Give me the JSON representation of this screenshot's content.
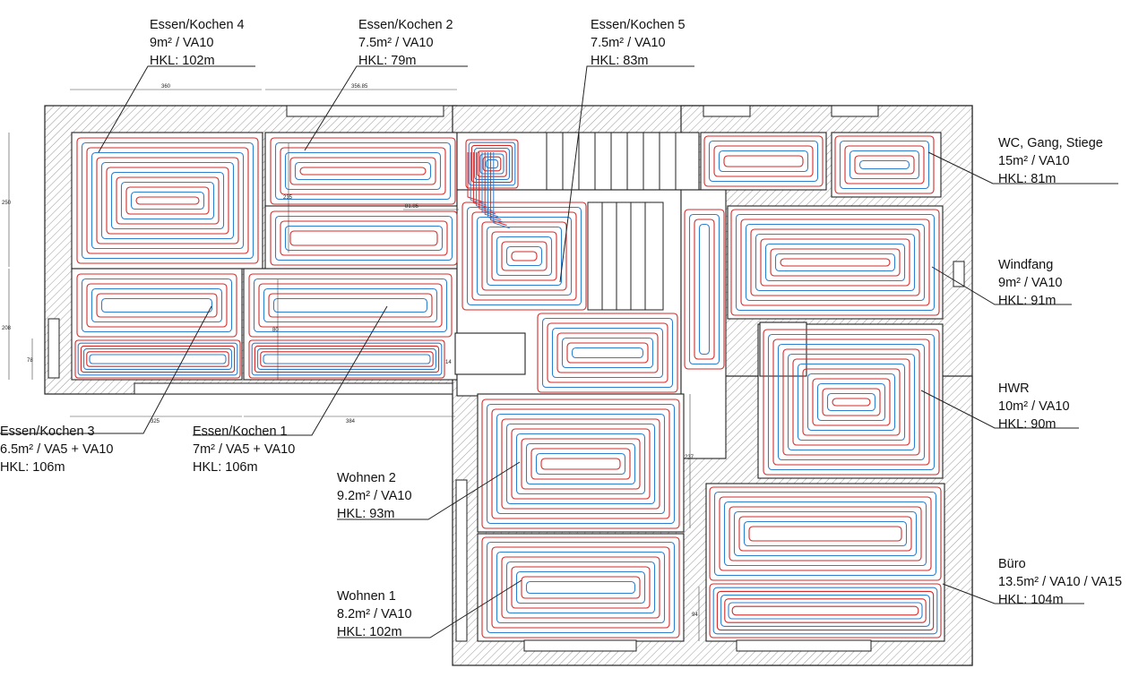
{
  "colors": {
    "supply_pipe": "#d42a2a",
    "return_pipe": "#2f7fd0",
    "wall_hatch": "#9a9a9a",
    "line": "#222222"
  },
  "dimensions": [
    "360",
    "356.85",
    "250",
    "235",
    "81.85",
    "208",
    "80",
    "78",
    "14",
    "325",
    "384",
    "237",
    "94"
  ],
  "circuits": [
    {
      "name": "Essen/Kochen 4",
      "spec": "9m² / VA10",
      "hkl": "HKL: 102m"
    },
    {
      "name": "Essen/Kochen 2",
      "spec": "7.5m² / VA10",
      "hkl": "HKL: 79m"
    },
    {
      "name": "Essen/Kochen 5",
      "spec": "7.5m² / VA10",
      "hkl": "HKL: 83m"
    },
    {
      "name": "WC, Gang, Stiege",
      "spec": "15m² / VA10",
      "hkl": "HKL: 81m"
    },
    {
      "name": "Windfang",
      "spec": "9m² / VA10",
      "hkl": "HKL: 91m"
    },
    {
      "name": "HWR",
      "spec": "10m² / VA10",
      "hkl": "HKL: 90m"
    },
    {
      "name": "Büro",
      "spec": "13.5m² / VA10 / VA15",
      "hkl": "HKL: 104m"
    },
    {
      "name": "Essen/Kochen 3",
      "spec": "6.5m² / VA5 + VA10",
      "hkl": "HKL: 106m"
    },
    {
      "name": "Essen/Kochen 1",
      "spec": "7m² / VA5 + VA10",
      "hkl": "HKL: 106m"
    },
    {
      "name": "Wohnen 2",
      "spec": "9.2m² / VA10",
      "hkl": "HKL: 93m"
    },
    {
      "name": "Wohnen 1",
      "spec": "8.2m² / VA10",
      "hkl": "HKL: 102m"
    }
  ]
}
